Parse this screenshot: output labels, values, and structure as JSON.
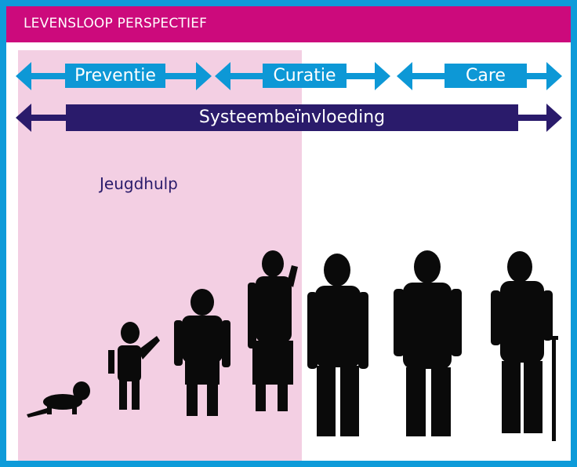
{
  "header": {
    "title": "LEVENSLOOP PERSPECTIEF"
  },
  "phases": [
    {
      "label": "Preventie"
    },
    {
      "label": "Curatie"
    },
    {
      "label": "Care"
    }
  ],
  "system": {
    "label": "Systeembeïnvloeding"
  },
  "zone": {
    "label": "Jeugdhulp"
  },
  "figures": [
    {
      "name": "baby-silhouette"
    },
    {
      "name": "toddler-silhouette"
    },
    {
      "name": "child-silhouette"
    },
    {
      "name": "teen-silhouette"
    },
    {
      "name": "adult-silhouette"
    },
    {
      "name": "middle-aged-silhouette"
    },
    {
      "name": "elderly-silhouette"
    }
  ],
  "colors": {
    "border": "#0e9bd9",
    "header": "#cc0a7c",
    "phase": "#0d98d6",
    "system": "#2a1b6b",
    "zone": "#f3cfe3",
    "silhouette": "#0a0a0a"
  }
}
